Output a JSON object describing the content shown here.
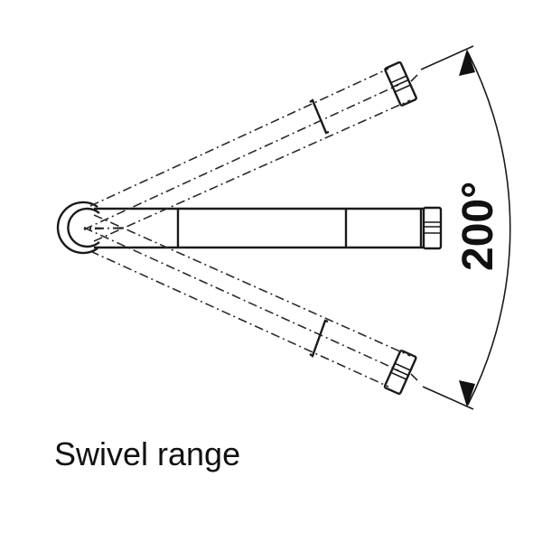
{
  "diagram": {
    "caption": "Swivel range",
    "angle_label": "200°",
    "colors": {
      "line": "#1a1a1a",
      "background": "#ffffff"
    },
    "components": {
      "pivot": "pivot-ring",
      "spout_center": "spout-straight",
      "spout_upper": "spout-rotated-up",
      "spout_lower": "spout-rotated-down",
      "dimension": "angle-dimension-arc"
    }
  }
}
